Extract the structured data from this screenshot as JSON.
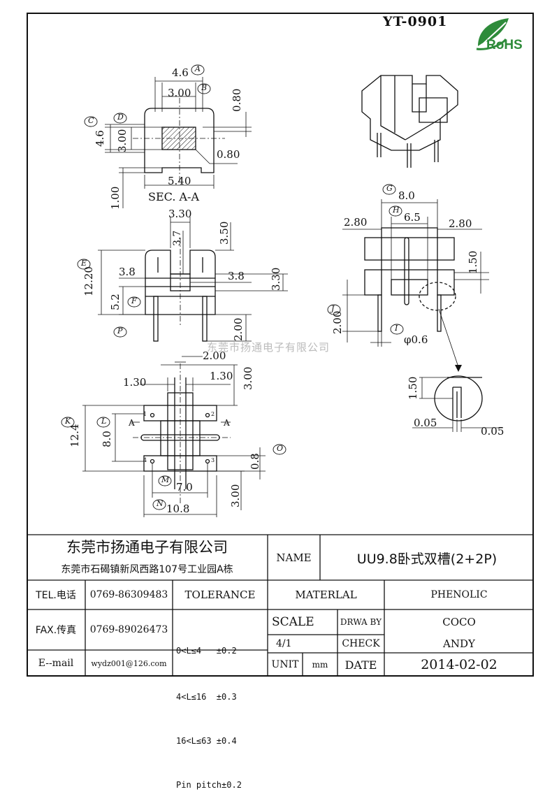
{
  "header": {
    "part_no": "YT-0901",
    "rohs_text": "RoHS"
  },
  "watermark": "东莞市扬通电子有限公司",
  "views": {
    "section": {
      "title": "SEC. A-A",
      "dims": {
        "w46": "4.6",
        "w300": "3.00",
        "t080": "0.80",
        "h46": "4.6",
        "h300": "3.00",
        "t080b": "0.80",
        "w540": "5.40",
        "h100": "1.00"
      }
    },
    "front": {
      "dims": {
        "w330": "3.30",
        "h37": "3.7",
        "h350": "3.50",
        "h1220": "12.20",
        "w38a": "3.8",
        "w38b": "3.8",
        "h330": "3.30",
        "h52": "5.2",
        "h200": "2.00"
      }
    },
    "bottom": {
      "dims": {
        "w200": "2.00",
        "w130a": "1.30",
        "w130b": "1.30",
        "h300top": "3.00",
        "h124": "12.4",
        "h80": "8.0",
        "h08": "0.8",
        "w70": "7.0",
        "w108": "10.8",
        "h300bot": "3.00",
        "secA": "A",
        "pin1": "1",
        "pin2": "2",
        "pin3": "3",
        "pin4": "4"
      }
    },
    "side": {
      "dims": {
        "w80": "8.0",
        "w65": "6.5",
        "w280a": "2.80",
        "w280b": "2.80",
        "h150": "1.50",
        "h200": "2.00",
        "dia06": "φ0.6"
      }
    },
    "detail": {
      "dims": {
        "h150": "1.50",
        "w005a": "0.05",
        "w005b": "0.05"
      }
    },
    "balloons": [
      "A",
      "B",
      "C",
      "D",
      "E",
      "F",
      "P",
      "G",
      "H",
      "I",
      "J",
      "K",
      "L",
      "O",
      "M",
      "N"
    ]
  },
  "title_block": {
    "company_name": "东莞市扬通电子有限公司",
    "company_address": "东莞市石碣镇新风西路107号工业园A栋",
    "name_label": "NAME",
    "name_value": "UU9.8卧式双槽(2+2P)",
    "tel_label": "TEL.电话",
    "tel_value": "0769-86309483",
    "fax_label": "FAX.传真",
    "fax_value": "0769-89026473",
    "email_label": "E--mail",
    "email_value": "wydz001@126.com",
    "tolerance_label": "TOLERANCE",
    "tolerance_lines": [
      "0<L≤4   ±0.2",
      "4<L≤16  ±0.3",
      "16<L≤63 ±0.4",
      "Pin pitch±0.2"
    ],
    "material_label": "MATERLAL",
    "material_value": "PHENOLIC",
    "scale_label": "SCALE",
    "scale_value": "4/1",
    "drawn_by_label": "DRWA BY",
    "drawn_by_value": "COCO",
    "check_label": "CHECK",
    "check_value": "ANDY",
    "unit_label": "UNIT",
    "unit_value": "mm",
    "date_label": "DATE",
    "date_value": "2014-02-02"
  }
}
